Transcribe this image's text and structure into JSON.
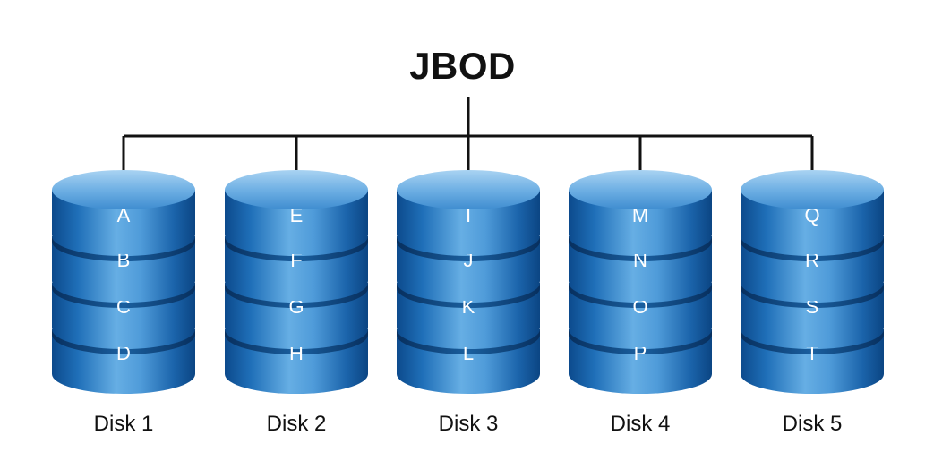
{
  "title": "JBOD",
  "colors": {
    "connector": "#111111",
    "disk_top": "#6fb0e4",
    "disk_body_dark": "#0b4f93",
    "disk_body_light": "#5da7e0",
    "letter": "#ffffff"
  },
  "disks": [
    {
      "label": "Disk 1",
      "blocks": [
        "A",
        "B",
        "C",
        "D"
      ]
    },
    {
      "label": "Disk 2",
      "blocks": [
        "E",
        "F",
        "G",
        "H"
      ]
    },
    {
      "label": "Disk 3",
      "blocks": [
        "I",
        "J",
        "K",
        "L"
      ]
    },
    {
      "label": "Disk 4",
      "blocks": [
        "M",
        "N",
        "O",
        "P"
      ]
    },
    {
      "label": "Disk 5",
      "blocks": [
        "Q",
        "R",
        "S",
        "T"
      ]
    }
  ]
}
